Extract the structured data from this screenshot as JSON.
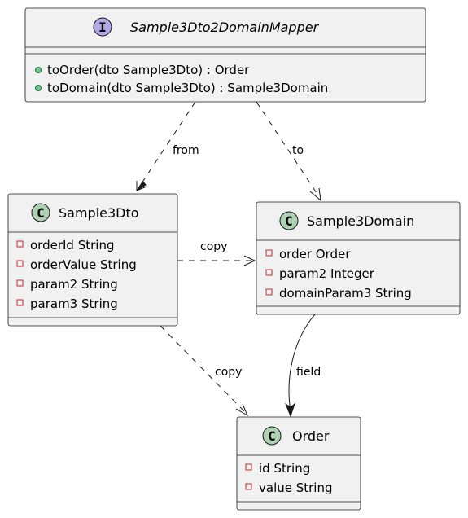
{
  "nodes": {
    "mapper": {
      "stereotype": "I",
      "name": "Sample3Dto2DomainMapper",
      "methods": [
        "toOrder(dto Sample3Dto) : Order",
        "toDomain(dto Sample3Dto) : Sample3Domain"
      ]
    },
    "dto": {
      "stereotype": "C",
      "name": "Sample3Dto",
      "fields": [
        "orderId String",
        "orderValue String",
        "param2 String",
        "param3 String"
      ]
    },
    "domain": {
      "stereotype": "C",
      "name": "Sample3Domain",
      "fields": [
        "order Order",
        "param2 Integer",
        "domainParam3 String"
      ]
    },
    "order": {
      "stereotype": "C",
      "name": "Order",
      "fields": [
        "id String",
        "value String"
      ]
    }
  },
  "edges": {
    "from": "from",
    "to": "to",
    "copy_dto_domain": "copy",
    "copy_dto_order": "copy",
    "field": "field"
  }
}
